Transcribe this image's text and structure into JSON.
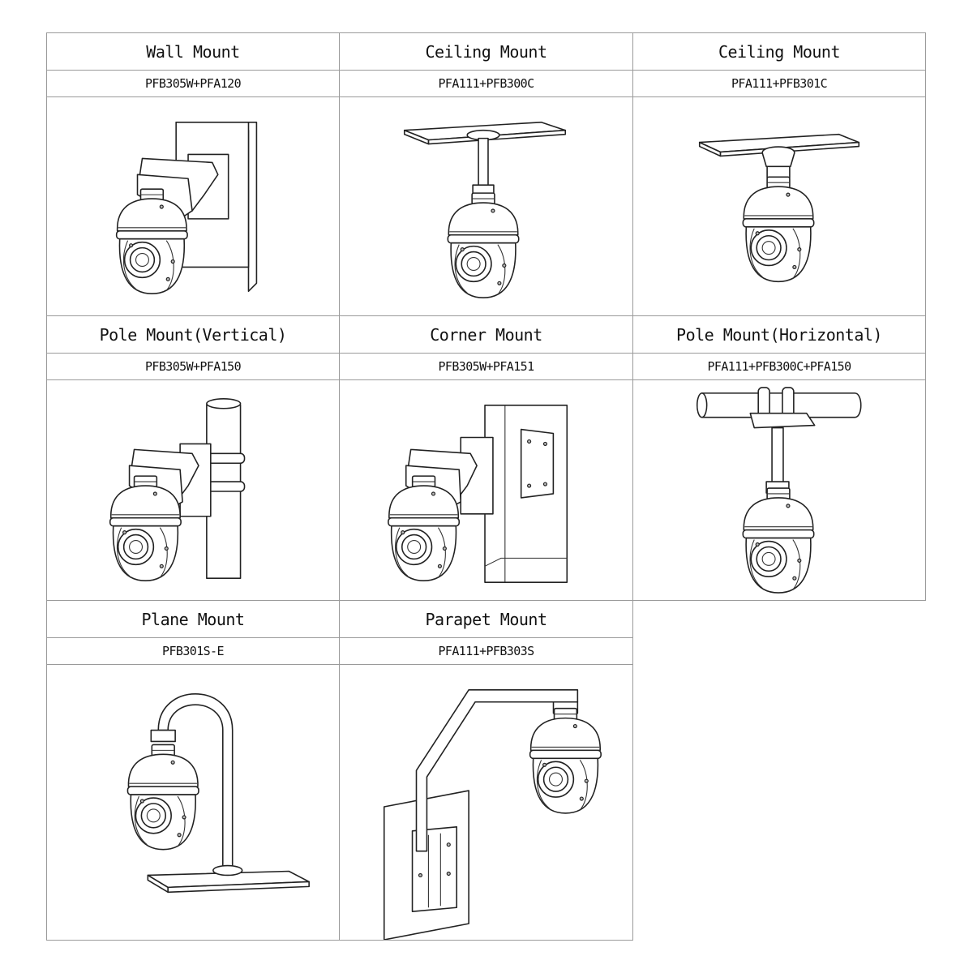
{
  "mounts": [
    {
      "title": "Wall Mount",
      "model": "PFB305W+PFA120",
      "illustration": "wall-mount-camera-icon"
    },
    {
      "title": "Ceiling Mount",
      "model": "PFA111+PFB300C",
      "illustration": "ceiling-mount-camera-icon"
    },
    {
      "title": "Ceiling Mount",
      "model": "PFA111+PFB301C",
      "illustration": "ceiling-short-mount-camera-icon"
    },
    {
      "title": "Pole Mount(Vertical)",
      "model": "PFB305W+PFA150",
      "illustration": "pole-vertical-mount-camera-icon"
    },
    {
      "title": "Corner Mount",
      "model": "PFB305W+PFA151",
      "illustration": "corner-mount-camera-icon"
    },
    {
      "title": "Pole Mount(Horizontal)",
      "model": "PFA111+PFB300C+PFA150",
      "illustration": "pole-horizontal-mount-camera-icon"
    },
    {
      "title": "Plane Mount",
      "model": "PFB301S-E",
      "illustration": "plane-mount-camera-icon"
    },
    {
      "title": "Parapet Mount",
      "model": "PFA111+PFB303S",
      "illustration": "parapet-mount-camera-icon"
    }
  ]
}
